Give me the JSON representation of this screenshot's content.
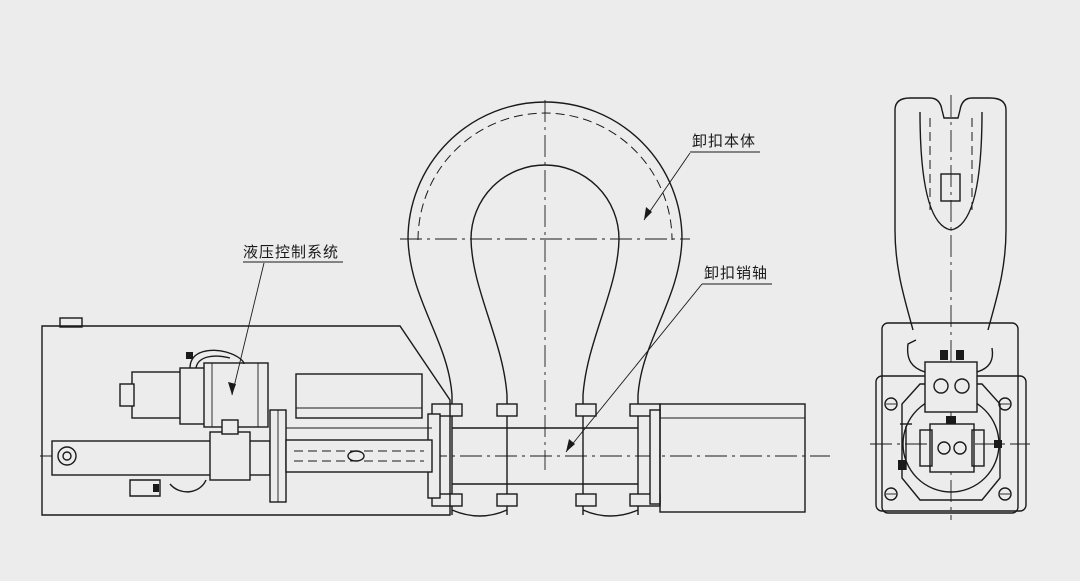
{
  "labels": {
    "hydraulic_control_system": "液压控制系统",
    "shackle_body": "卸扣本体",
    "shackle_pin": "卸扣销轴"
  },
  "colors": {
    "background": "#ececec",
    "line": "#1a1a1a"
  }
}
